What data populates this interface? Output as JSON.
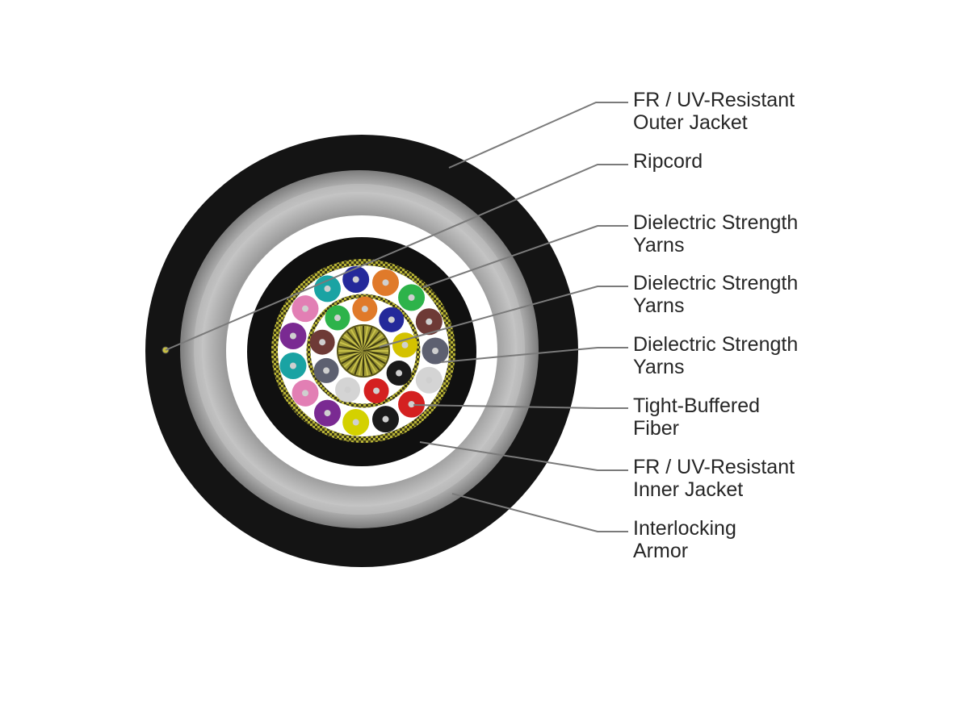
{
  "labels": [
    {
      "id": "outer-jacket",
      "lines": [
        "FR / UV-Resistant",
        "Outer Jacket"
      ]
    },
    {
      "id": "ripcord",
      "lines": [
        "Ripcord"
      ]
    },
    {
      "id": "strength-yarns-1",
      "lines": [
        "Dielectric Strength",
        "Yarns"
      ]
    },
    {
      "id": "strength-yarns-2",
      "lines": [
        "Dielectric Strength",
        "Yarns"
      ]
    },
    {
      "id": "strength-yarns-3",
      "lines": [
        "Dielectric Strength",
        "Yarns"
      ]
    },
    {
      "id": "tight-buffered-fiber",
      "lines": [
        "Tight-Buffered",
        "Fiber"
      ]
    },
    {
      "id": "inner-jacket",
      "lines": [
        "FR / UV-Resistant",
        "Inner Jacket"
      ]
    },
    {
      "id": "interlocking-armor",
      "lines": [
        "Interlocking",
        "Armor"
      ]
    }
  ],
  "colors": {
    "jacket": "#121212",
    "armor": "#a4a4a4",
    "strength_yarn": "#a09a2a",
    "leader_line": "#7a7a7a",
    "label_text": "#262626"
  },
  "fiber_colors": {
    "outer_ring": [
      "#d4d100",
      "#7a2a92",
      "#e27fb4",
      "#1aa3a3",
      "#7a2a92",
      "#e27fb4",
      "#1aa3a3",
      "#24299a",
      "#e07a2a",
      "#2db34a",
      "#6e3a36",
      "#5d6070",
      "#d4d4d4",
      "#d42020",
      "#1a1a1a"
    ],
    "inner_ring": [
      "#2db34a",
      "#e07a2a",
      "#24299a",
      "#d4c200",
      "#1a1a1a",
      "#d42020",
      "#d4d4d4",
      "#5d6070",
      "#6e3a36"
    ]
  }
}
